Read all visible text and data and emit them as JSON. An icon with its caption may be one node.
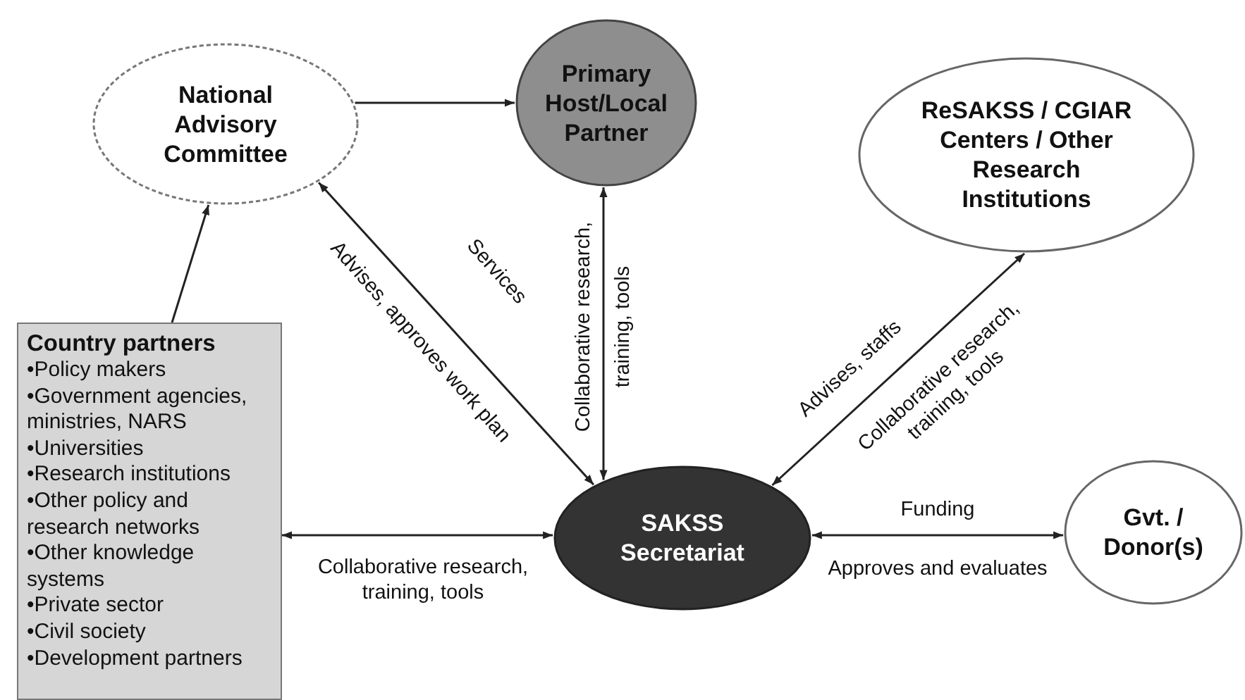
{
  "diagram": {
    "nodes": [
      {
        "text": [
          "National Advisory Committee"
        ]
      },
      {
        "text": [
          "Primary Host/Local Partner"
        ]
      },
      {
        "text": [
          "ReSAKSS / CGIAR Centers / Other Research Institutions"
        ]
      },
      {
        "text": [
          "Country partners",
          "•Policy makers",
          "•Government agencies, ministries, NARS",
          "•Universities",
          "•Research institutions",
          "•Other policy and research networks",
          "•Other knowledge systems",
          "•Private sector",
          "•Civil society",
          "•Development partners"
        ]
      },
      {
        "text": [
          "SAKSS Secretariat"
        ]
      },
      {
        "text": [
          "Gvt. / Donor(s)"
        ]
      }
    ],
    "edges": [
      {
        "from": 0,
        "to": 1,
        "arrow": "to"
      },
      {
        "from": 3,
        "to": 0,
        "arrow": "to"
      },
      {
        "from": 4,
        "to": 0,
        "arrow": "both",
        "label": "Advises, approves work plan"
      },
      {
        "from": 1,
        "to": 4,
        "arrow": "both",
        "label": "Collaborative research, training, tools"
      },
      {
        "from": 2,
        "to": 4,
        "arrow": "both",
        "label": "Collaborative research, training, tools"
      },
      {
        "from": 3,
        "to": 4,
        "arrow": "both",
        "label": "Collaborative research, training, tools"
      },
      {
        "from": 4,
        "to": 5,
        "arrow": "both",
        "label": "Funding"
      }
    ],
    "labels": [
      "Services",
      "Advises, staffs",
      "Approves and evaluates"
    ]
  }
}
